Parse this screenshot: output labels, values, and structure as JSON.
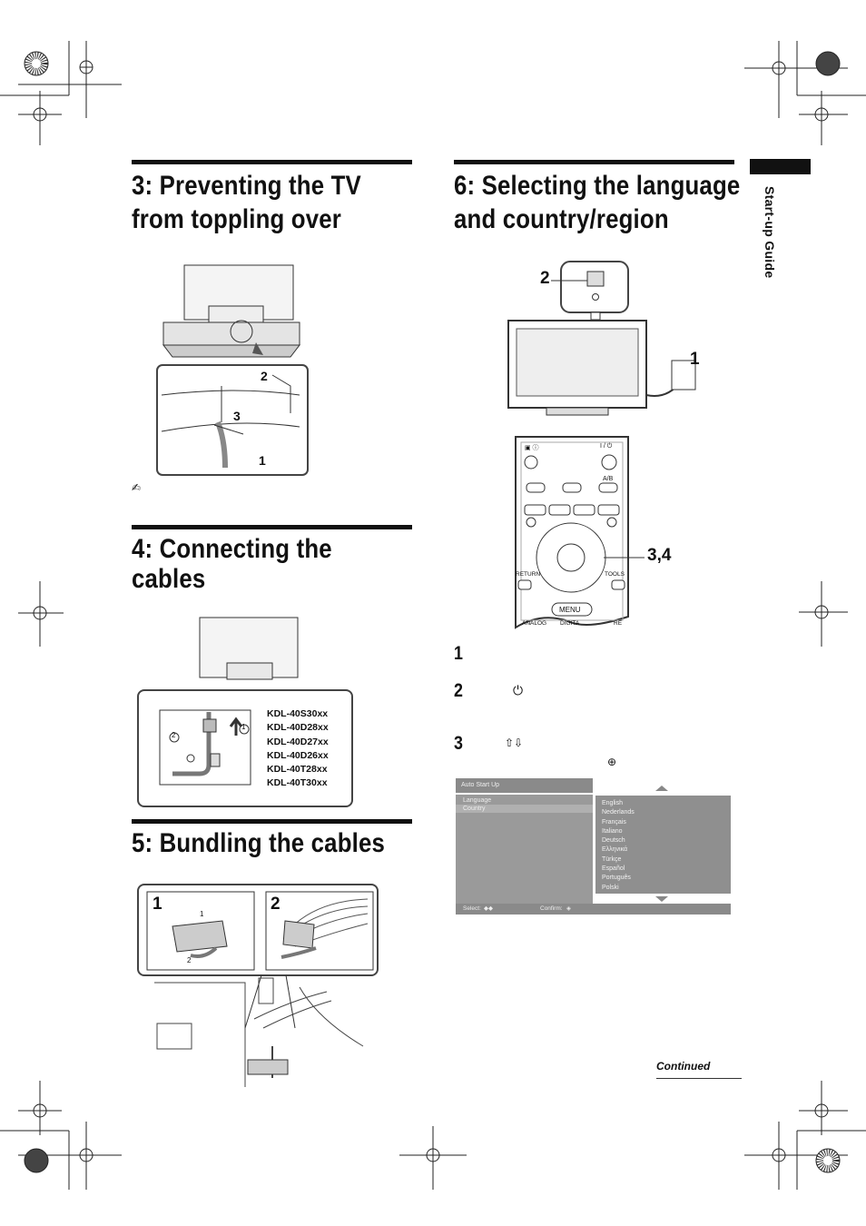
{
  "sections": {
    "s3": {
      "title": "3: Preventing the TV\nfrom toppling over",
      "callouts": [
        "2",
        "3",
        "1"
      ]
    },
    "s4": {
      "title": "4: Connecting the\ncables",
      "models": [
        "KDL-40S30xx",
        "KDL-40D28xx",
        "KDL-40D27xx",
        "KDL-40D26xx",
        "KDL-40T28xx",
        "KDL-40T30xx"
      ],
      "callouts": [
        "2",
        "1"
      ]
    },
    "s5": {
      "title": "5: Bundling the cables",
      "callouts": [
        "1",
        "2",
        "1",
        "2"
      ]
    },
    "s6": {
      "title": "6: Selecting the language\nand country/region",
      "callouts": [
        "2",
        "1",
        "3,4"
      ],
      "steps": [
        "1",
        "2",
        "3"
      ]
    }
  },
  "side_tab": {
    "label": "Start-up Guide"
  },
  "remote": {
    "buttons": {
      "power": "I / ⏻",
      "ab": "A/B",
      "return": "RETURN",
      "tools": "TOOLS",
      "menu": "MENU",
      "analog": "ANALOG",
      "digital": "DIGITA",
      "extra": "RE"
    }
  },
  "osd": {
    "header": "Auto Start Up",
    "items": [
      "Language",
      "Country"
    ],
    "languages": [
      "English",
      "Nederlands",
      "Français",
      "Italiano",
      "Deutsch",
      "Ελληνικά",
      "Türkçe",
      "Español",
      "Português",
      "Polski"
    ],
    "select_label": "Select:",
    "confirm_label": "Confirm:"
  },
  "footer": {
    "continued": "Continued"
  }
}
